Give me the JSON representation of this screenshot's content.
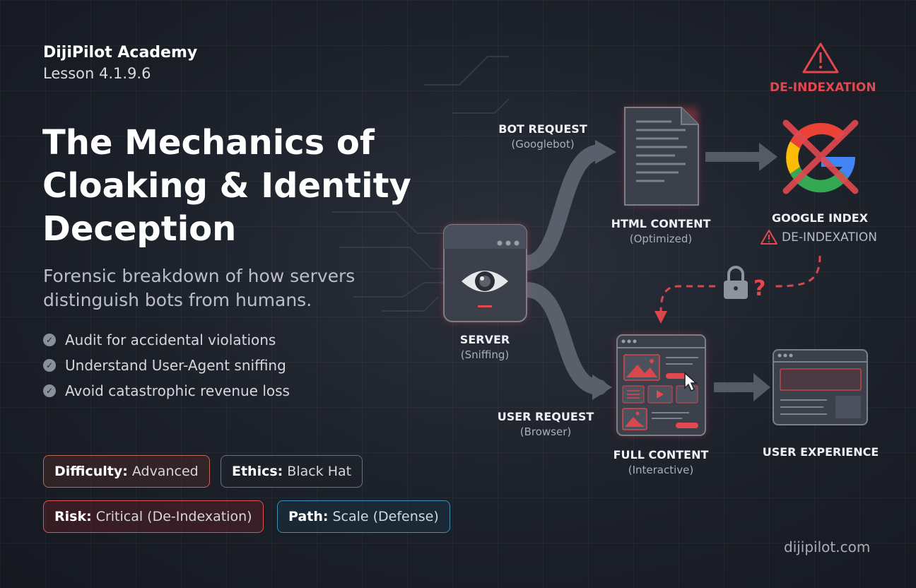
{
  "header": {
    "brand": "DijiPilot Academy",
    "lesson": "Lesson 4.1.9.6",
    "title_lines": [
      "The Mechanics of",
      "Cloaking & Identity",
      "Deception"
    ],
    "subtitle_lines": [
      "Forensic breakdown of how servers",
      "distinguish bots from humans."
    ]
  },
  "checklist": [
    "Audit for accidental violations",
    "Understand User-Agent sniffing",
    "Avoid catastrophic revenue loss"
  ],
  "badges": {
    "difficulty": {
      "key": "Difficulty:",
      "value": "Advanced"
    },
    "ethics": {
      "key": "Ethics:",
      "value": "Black Hat"
    },
    "risk": {
      "key": "Risk:",
      "value": "Critical (De-Indexation)"
    },
    "path": {
      "key": "Path:",
      "value": "Scale (Defense)"
    }
  },
  "diagram": {
    "server": {
      "label": "SERVER",
      "sub": "(Sniffing)"
    },
    "bot_request": {
      "label": "BOT REQUEST",
      "sub": "(Googlebot)"
    },
    "user_request": {
      "label": "USER REQUEST",
      "sub": "(Browser)"
    },
    "html_content": {
      "label": "HTML CONTENT",
      "sub": "(Optimized)"
    },
    "full_content": {
      "label": "FULL CONTENT",
      "sub": "(Interactive)"
    },
    "google_index": {
      "label": "GOOGLE INDEX",
      "warning": "DE-INDEXATION"
    },
    "alert_label": "DE-INDEXATION",
    "user_experience": {
      "label": "USER EXPERIENCE"
    },
    "question_mark": "?"
  },
  "colors": {
    "accent_red": "#e2484e",
    "panel": "#3a3f49",
    "panel_border": "#6b717c",
    "google_blue": "#4285f4",
    "google_red": "#ea4335",
    "google_yellow": "#fbbc05",
    "google_green": "#34a853"
  },
  "footer": {
    "site": "dijipilot.com"
  }
}
